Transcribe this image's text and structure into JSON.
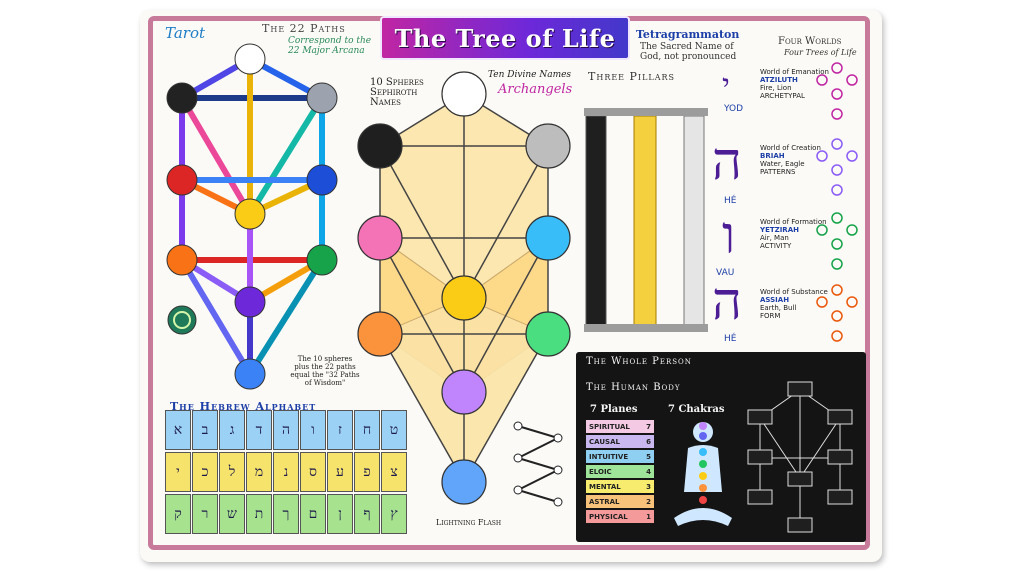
{
  "title": "The Tree of Life",
  "tarot_label": "Tarot",
  "paths": {
    "title": "The 22 Paths",
    "subtitle_1": "Correspond to the",
    "subtitle_2": "22 Major Arcana"
  },
  "spheres": {
    "line1": "10 Spheres",
    "line2": "Sephiroth",
    "line3": "Names"
  },
  "divine_names": "Ten Divine Names",
  "archangels": "Archangels",
  "tetragrammaton": {
    "title": "Tetragrammaton",
    "sub1": "The Sacred Name of",
    "sub2": "God, not pronounced"
  },
  "three_pillars": "Three Pillars",
  "four_worlds": {
    "title": "Four Worlds",
    "sub": "Four Trees of Life"
  },
  "hebrew_letters": [
    {
      "glyph": "י",
      "name": "YOD"
    },
    {
      "glyph": "ה",
      "name": "HÉ"
    },
    {
      "glyph": "ו",
      "name": "VAU"
    },
    {
      "glyph": "ה",
      "name": "HÉ"
    }
  ],
  "worlds": [
    {
      "name": "World of Emanation",
      "hebrew": "ATZILUTH",
      "line": "Fire, Lion",
      "tag": "ARCHETYPAL"
    },
    {
      "name": "World of Creation",
      "hebrew": "BRIAH",
      "line": "Water, Eagle",
      "tag": "PATTERNS"
    },
    {
      "name": "World of Formation",
      "hebrew": "YETZIRAH",
      "line": "Air, Man",
      "tag": "ACTIVITY"
    },
    {
      "name": "World of Substance",
      "hebrew": "ASSIAH",
      "line": "Earth, Bull",
      "tag": "FORM"
    }
  ],
  "hebrew_alphabet": "The Hebrew Alphabet",
  "alphabet_rows": [
    [
      "א",
      "ב",
      "ג",
      "ד",
      "ה",
      "ו",
      "ז",
      "ח",
      "ט"
    ],
    [
      "י",
      "כ",
      "ל",
      "מ",
      "נ",
      "ס",
      "ע",
      "פ",
      "צ"
    ],
    [
      "ק",
      "ר",
      "ש",
      "ת",
      "ך",
      "ם",
      "ן",
      "ף",
      "ץ"
    ]
  ],
  "wisdom_note": "The 10 spheres plus the 22 paths equal the \"32 Paths of Wisdom\"",
  "lightning_flash": "Lightning Flash",
  "whole_person": "The Whole Person",
  "human_body": "The Human Body",
  "planes_title": "7 Planes",
  "chakras_title": "7 Chakras",
  "planes": [
    {
      "name": "SPIRITUAL",
      "num": "7",
      "color": "#f3c9e3"
    },
    {
      "name": "CAUSAL",
      "num": "6",
      "color": "#c9b8f0"
    },
    {
      "name": "INTUITIVE",
      "num": "5",
      "color": "#8fd0f2"
    },
    {
      "name": "ELOIC",
      "num": "4",
      "color": "#9ee59a"
    },
    {
      "name": "MENTAL",
      "num": "3",
      "color": "#f7ec6e"
    },
    {
      "name": "ASTRAL",
      "num": "2",
      "color": "#f8c27a"
    },
    {
      "name": "PHYSICAL",
      "num": "1",
      "color": "#f59a9a"
    }
  ],
  "colors": {
    "frame": "#c77a9a",
    "accent": "#c026a3",
    "heb": "#4c1d95"
  }
}
